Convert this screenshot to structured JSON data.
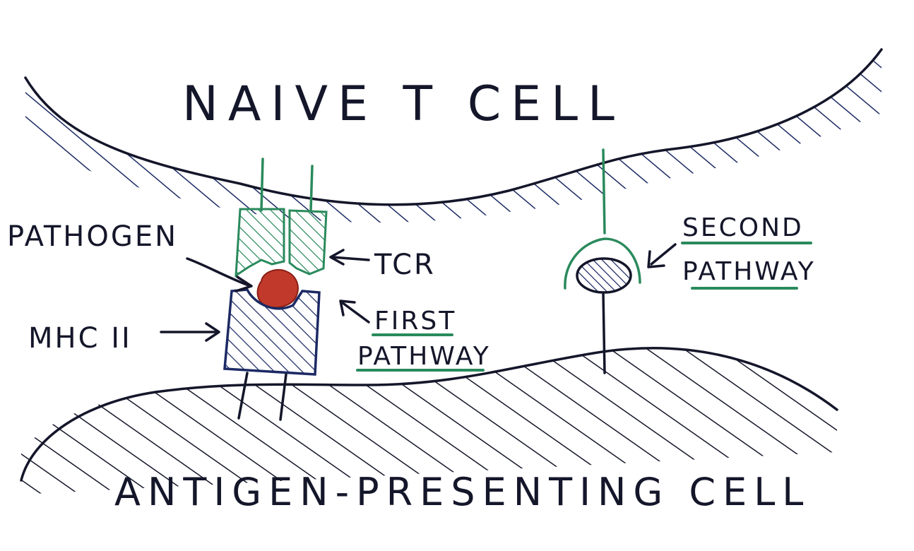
{
  "labels": {
    "naive_t_cell": "NAIVE T CELL",
    "antigen_presenting_cell": "ANTIGEN-PRESENTING CELL",
    "pathogen": "PATHOGEN",
    "tcr": "TCR",
    "mhc_ii": "MHC II",
    "first_pathway_line1": "FIRST",
    "first_pathway_line2": "PATHWAY",
    "second_pathway_line1": "SECOND",
    "second_pathway_line2": "PATHWAY"
  },
  "colors": {
    "ink": "#14162a",
    "t_cell_hatch": "#1c2a64",
    "receptor_green": "#2a8a5c",
    "pathogen_red": "#c0392b",
    "mhc_hatch": "#1c2a64"
  }
}
